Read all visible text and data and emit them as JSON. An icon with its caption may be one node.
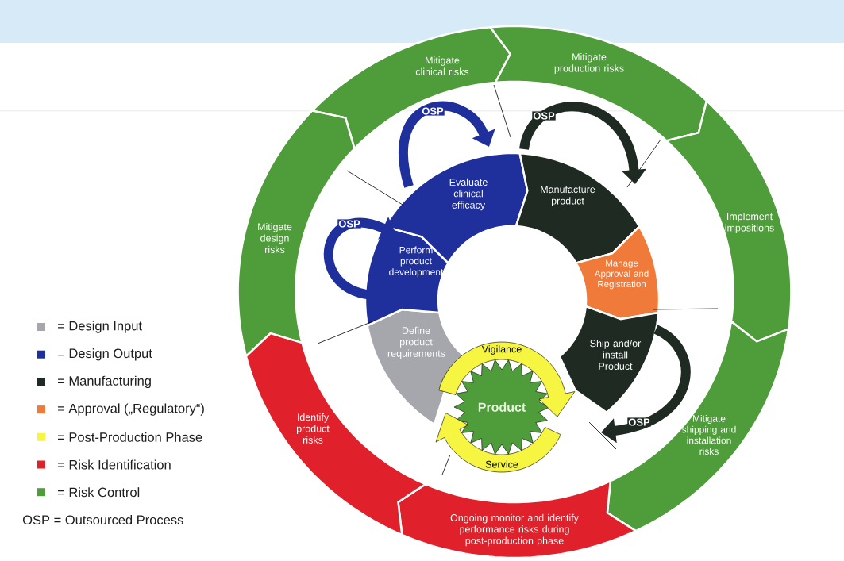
{
  "diagram": {
    "nodes": [
      {
        "text": [
          "Mitigate clinical risks"
        ]
      },
      {
        "text": [
          "Mitigate production risks"
        ]
      },
      {
        "text": [
          "Mitigate design risks"
        ]
      },
      {
        "text": [
          "Implement impositions"
        ]
      },
      {
        "text": [
          "Mitigate shipping and installation risks"
        ]
      },
      {
        "text": [
          "Ongoing monitor and identify performance risks during post-production phase"
        ]
      },
      {
        "text": [
          "Identify product risks"
        ]
      },
      {
        "text": [
          "Define product requirements"
        ]
      },
      {
        "text": [
          "Perform product development"
        ]
      },
      {
        "text": [
          "Evaluate clinical efficacy"
        ]
      },
      {
        "text": [
          "Manufacture product"
        ]
      },
      {
        "text": [
          "Manage Approval and Registration"
        ]
      },
      {
        "text": [
          "Ship and/or install Product"
        ]
      },
      {
        "text": [
          "Vigilance"
        ]
      },
      {
        "text": [
          "Product"
        ]
      },
      {
        "text": [
          "Service"
        ]
      }
    ],
    "edges": [
      {
        "from": 8,
        "to": 8,
        "arrow": "to",
        "label": "OSP",
        "color": "#1f2f9c"
      },
      {
        "from": 9,
        "to": 9,
        "arrow": "to",
        "label": "OSP",
        "color": "#1f2f9c"
      },
      {
        "from": 10,
        "to": 10,
        "arrow": "to",
        "label": "OSP",
        "color": "#1e2a22"
      },
      {
        "from": 12,
        "to": 12,
        "arrow": "to",
        "label": "OSP",
        "color": "#1e2a22"
      }
    ],
    "labels": [
      "OSP = Outsourced Process"
    ],
    "legend": [
      {
        "text": "= Design Input",
        "color": "#a6a6ad"
      },
      {
        "text": "= Design Output",
        "color": "#1f2f9c"
      },
      {
        "text": "= Manufacturing",
        "color": "#1e2a22"
      },
      {
        "text": "= Approval („Regulatory“)",
        "color": "#f07a3a"
      },
      {
        "text": "= Post-Production Phase",
        "color": "#f5f542"
      },
      {
        "text": "= Risk Identification",
        "color": "#e0202a"
      },
      {
        "text": "= Risk Control",
        "color": "#4f9d3a"
      }
    ]
  }
}
